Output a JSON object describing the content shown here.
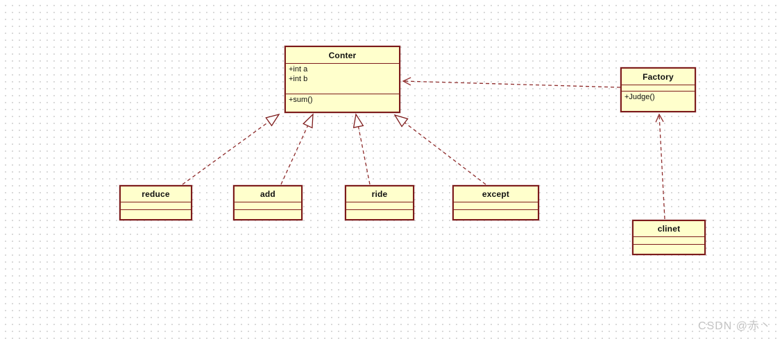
{
  "diagram": {
    "type": "uml-class-diagram",
    "classes": {
      "conter": {
        "name": "Conter",
        "attributes": [
          "+int a",
          "+int b"
        ],
        "operations": [
          "+sum()"
        ]
      },
      "factory": {
        "name": "Factory",
        "attributes": [],
        "operations": [
          "+Judge()"
        ]
      },
      "reduce": {
        "name": "reduce",
        "attributes": [],
        "operations": []
      },
      "add": {
        "name": "add",
        "attributes": [],
        "operations": []
      },
      "ride": {
        "name": "ride",
        "attributes": [],
        "operations": []
      },
      "except": {
        "name": "except",
        "attributes": [],
        "operations": []
      },
      "clinet": {
        "name": "clinet",
        "attributes": [],
        "operations": []
      }
    },
    "connectors": [
      {
        "from": "reduce",
        "to": "Conter",
        "type": "realization",
        "line": "dashed",
        "arrowhead": "hollow-triangle"
      },
      {
        "from": "add",
        "to": "Conter",
        "type": "realization",
        "line": "dashed",
        "arrowhead": "hollow-triangle"
      },
      {
        "from": "ride",
        "to": "Conter",
        "type": "realization",
        "line": "dashed",
        "arrowhead": "hollow-triangle"
      },
      {
        "from": "except",
        "to": "Conter",
        "type": "realization",
        "line": "dashed",
        "arrowhead": "hollow-triangle"
      },
      {
        "from": "Factory",
        "to": "Conter",
        "type": "dependency",
        "line": "dashed",
        "arrowhead": "open"
      },
      {
        "from": "clinet",
        "to": "Factory",
        "type": "dependency",
        "line": "dashed",
        "arrowhead": "open"
      }
    ],
    "colors": {
      "box_fill": "#FFFFCC",
      "box_border": "#7D1B1B",
      "connector_line": "#8E2B2B",
      "canvas_background": "#FFFFFF",
      "grid_dot": "#D2D2D2",
      "text": "#101010",
      "watermark_text": "#C3C3C3"
    }
  },
  "watermark": {
    "text": "CSDN @赤丶"
  }
}
